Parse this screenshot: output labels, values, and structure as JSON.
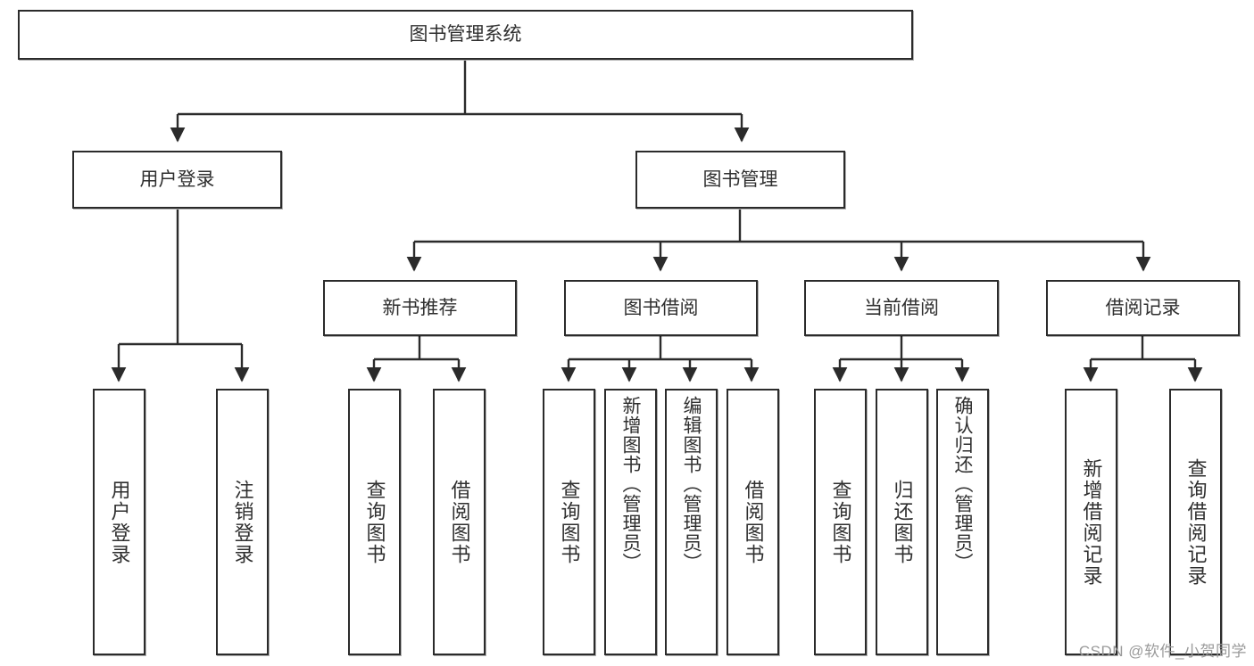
{
  "diagram": {
    "title": "图书管理系统",
    "type": "hierarchy-tree",
    "watermark": "CSDN @软件_小贺同学",
    "colors": {
      "node_border": "#2b2b2b",
      "node_fill": "#ffffff",
      "edge": "#2b2b2b",
      "text": "#2f2f2f",
      "watermark": "#9a9a9a",
      "background": "#ffffff"
    },
    "nodes": {
      "root": {
        "label": "图书管理系统"
      },
      "level2": [
        {
          "id": "user-login",
          "label": "用户登录"
        },
        {
          "id": "book-manage",
          "label": "图书管理"
        }
      ],
      "level3": [
        {
          "id": "new-book-recommend",
          "label": "新书推荐"
        },
        {
          "id": "book-borrow",
          "label": "图书借阅"
        },
        {
          "id": "current-borrow",
          "label": "当前借阅"
        },
        {
          "id": "borrow-record",
          "label": "借阅记录"
        }
      ],
      "leaves": {
        "user-login": [
          {
            "id": "leaf-user-login",
            "label": "用户登录"
          },
          {
            "id": "leaf-logout",
            "label": "注销登录"
          }
        ],
        "new-book-recommend": [
          {
            "id": "leaf-query-book-1",
            "label": "查询图书"
          },
          {
            "id": "leaf-borrow-book-1",
            "label": "借阅图书"
          }
        ],
        "book-borrow": [
          {
            "id": "leaf-query-book-2",
            "label": "查询图书"
          },
          {
            "id": "leaf-add-book",
            "label": "新增图书（管理员）"
          },
          {
            "id": "leaf-edit-book",
            "label": "编辑图书（管理员）"
          },
          {
            "id": "leaf-borrow-book-2",
            "label": "借阅图书"
          }
        ],
        "current-borrow": [
          {
            "id": "leaf-query-book-3",
            "label": "查询图书"
          },
          {
            "id": "leaf-return-book",
            "label": "归还图书"
          },
          {
            "id": "leaf-confirm-return",
            "label": "确认归还（管理员）"
          }
        ],
        "borrow-record": [
          {
            "id": "leaf-add-record",
            "label": "新增借阅记录"
          },
          {
            "id": "leaf-query-record",
            "label": "查询借阅记录"
          }
        ]
      }
    }
  }
}
